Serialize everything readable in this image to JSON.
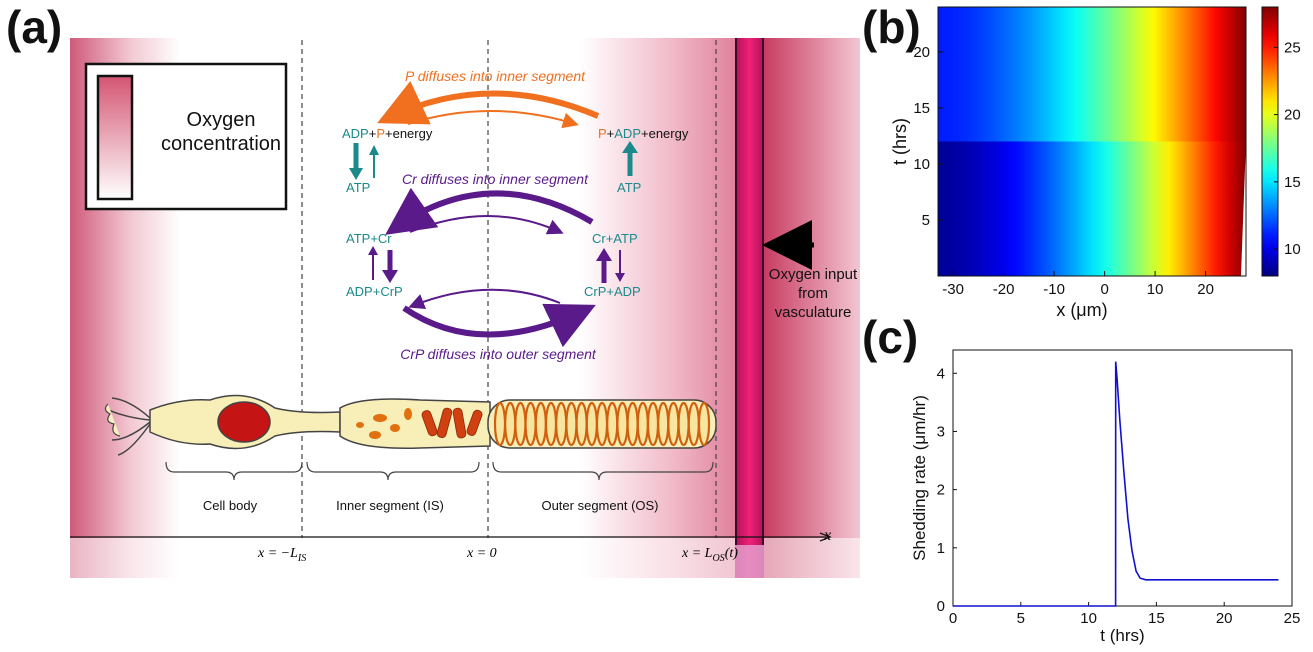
{
  "figure": {
    "panel_labels": [
      "(a)",
      "(b)",
      "(c)"
    ]
  },
  "panel_a": {
    "legend": {
      "line1": "Oxygen",
      "line2": "concentration"
    },
    "reactions": {
      "p_label": "P diffuses into inner segment",
      "cr_label": "Cr diffuses into inner segment",
      "crp_label": "CrP diffuses into outer segment",
      "left_top": {
        "adp": "ADP",
        "plus1": "+",
        "p": "P",
        "rest": "+energy"
      },
      "right_top": {
        "p": "P",
        "plus1": "+",
        "adp": "ADP",
        "rest": "+energy"
      },
      "atp_left": "ATP",
      "atp_right": "ATP",
      "left_mid_top": "ATP+Cr",
      "left_mid_bottom": "ADP+CrP",
      "right_mid_top": "Cr+ATP",
      "right_mid_bottom": "CrP+ADP"
    },
    "oxygen_input": {
      "line1": "Oxygen input",
      "line2": "from",
      "line3": "vasculature"
    },
    "segments": {
      "cell_body": "Cell body",
      "inner": "Inner segment (IS)",
      "outer": "Outer segment (OS)"
    },
    "axis": {
      "x_var": "x",
      "tick1": "x = −L",
      "tick1_sub": "IS",
      "tick2": "x = 0",
      "tick3": "x = L",
      "tick3_sub": "OS",
      "tick3_tail": "(t)"
    },
    "colors": {
      "orange": "#f07020",
      "purple": "#5a1a8a",
      "teal": "#1a8a8a",
      "magenta": "#c8145a"
    }
  },
  "panel_b": {
    "chart_data": {
      "type": "heatmap",
      "xlabel": "x (μm)",
      "ylabel": "t (hrs)",
      "xlim": [
        -33,
        28
      ],
      "ylim": [
        0,
        24
      ],
      "x_ticks": [
        "-30",
        "-20",
        "-10",
        "0",
        "10",
        "20"
      ],
      "x_tick_values": [
        -30,
        -20,
        -10,
        0,
        10,
        20
      ],
      "y_ticks": [
        "5",
        "10",
        "15",
        "20"
      ],
      "y_tick_values": [
        5,
        10,
        15,
        20
      ],
      "colorbar": {
        "min": 8,
        "max": 28,
        "ticks": [
          "10",
          "15",
          "20",
          "25"
        ],
        "tick_values": [
          10,
          15,
          20,
          25
        ]
      },
      "shift_time": 12,
      "domain_right_before": 27,
      "domain_right_after": 28,
      "value_at_left_before": 8.5,
      "value_at_left_after": 11,
      "value_at_right": 28
    }
  },
  "panel_c": {
    "chart_data": {
      "type": "line",
      "xlabel": "t (hrs)",
      "ylabel": "Shedding rate (μm/hr)",
      "xlim": [
        0,
        25
      ],
      "ylim": [
        0,
        4.4
      ],
      "x_ticks": [
        "0",
        "5",
        "10",
        "15",
        "20",
        "25"
      ],
      "x_tick_values": [
        0,
        5,
        10,
        15,
        20,
        25
      ],
      "y_ticks": [
        "0",
        "1",
        "2",
        "3",
        "4"
      ],
      "y_tick_values": [
        0,
        1,
        2,
        3,
        4
      ],
      "series": [
        {
          "x": [
            0,
            11.99,
            12.0,
            12.1,
            12.3,
            12.6,
            12.9,
            13.2,
            13.5,
            13.8,
            14.2,
            24
          ],
          "y": [
            0,
            0,
            4.2,
            3.9,
            3.2,
            2.3,
            1.5,
            0.95,
            0.6,
            0.48,
            0.45,
            0.45
          ],
          "color": "#1010d0"
        }
      ]
    }
  }
}
